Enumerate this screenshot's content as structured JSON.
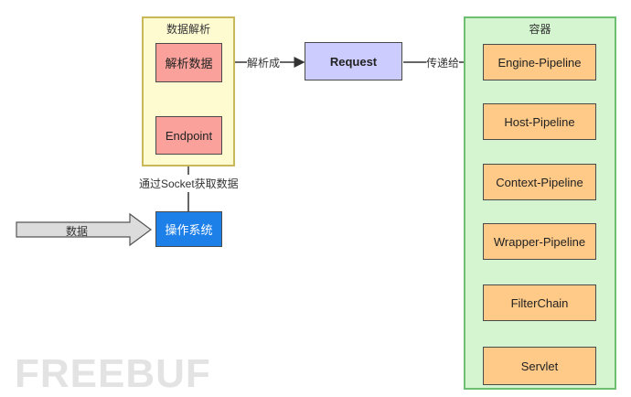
{
  "parse_group": {
    "title": "数据解析",
    "parse_box": "解析数据",
    "endpoint_box": "Endpoint"
  },
  "container_group": {
    "title": "容器",
    "pipelines": [
      "Engine-Pipeline",
      "Host-Pipeline",
      "Context-Pipeline",
      "Wrapper-Pipeline",
      "FilterChain",
      "Servlet"
    ]
  },
  "request_box": "Request",
  "os_box": "操作系统",
  "data_arrow_label": "数据",
  "labels": {
    "parse_into": "解析成",
    "pass_to": "传递给",
    "via_socket": "通过Socket获取数据"
  },
  "watermark": "FREEBUF",
  "colors": {
    "parse_group_fill": "#fffbd1",
    "parse_group_border": "#c9b85a",
    "red_box": "#f9a19a",
    "request_box": "#ccccff",
    "container_fill": "#d4f5d0",
    "container_border": "#6fbf73",
    "orange_box": "#ffc987",
    "os_box": "#1d7fe8",
    "data_arrow": "#dcdcdc"
  }
}
